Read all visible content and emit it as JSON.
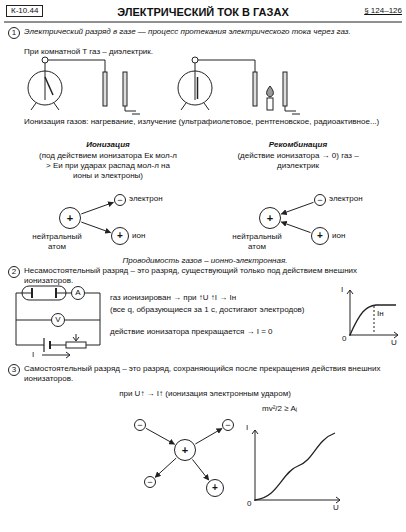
{
  "diagram": {
    "title": "ЭЛЕКТРИЧЕСКИЙ ТОК В ГАЗАХ",
    "nodes": [
      {
        "text": [
          "К-10.44"
        ]
      },
      {
        "text": [
          "1"
        ]
      },
      {
        "text": [
          "+"
        ]
      },
      {
        "text": [
          "−"
        ]
      },
      {
        "text": [
          "+"
        ]
      },
      {
        "text": [
          "+"
        ]
      },
      {
        "text": [
          "−"
        ]
      },
      {
        "text": [
          "+"
        ]
      },
      {
        "text": [
          "2"
        ]
      },
      {
        "text": [
          "A"
        ]
      },
      {
        "text": [
          "V"
        ]
      },
      {
        "text": [
          "3"
        ]
      },
      {
        "text": [
          "−"
        ]
      },
      {
        "text": [
          "+"
        ]
      },
      {
        "text": [
          "−"
        ]
      },
      {
        "text": [
          "−"
        ]
      },
      {
        "text": [
          "+"
        ]
      }
    ],
    "edges": [
      {
        "from": 2,
        "to": 3,
        "arrow": "to"
      },
      {
        "from": 2,
        "to": 4,
        "arrow": "to"
      },
      {
        "from": 6,
        "to": 5,
        "arrow": "to"
      },
      {
        "from": 7,
        "to": 5,
        "arrow": "to"
      },
      {
        "from": 12,
        "to": 13,
        "arrow": "to"
      },
      {
        "from": 13,
        "to": 14,
        "arrow": "to"
      },
      {
        "from": 13,
        "to": 15,
        "arrow": "to"
      },
      {
        "from": 13,
        "to": 16,
        "arrow": "to"
      }
    ],
    "labels": [
      "§ 124–126",
      "Электрический разряд в газе — процесс протекания электрического тока через газ.",
      "При комнатной T газ – диэлектрик.",
      "Ионизация газов: нагревание, излучение (ультрафиолетовое, рентгеновское, радиоактивное...)",
      "Ионизация",
      "(под действием ионизатора Eк мол-л > Eи при ударах распад мол-л на ионы и электроны)",
      "Рекомбинация",
      "(действие ионизатора → 0) газ – диэлектрик",
      "электрон",
      "нейтральный атом",
      "ион",
      "электрон",
      "нейтральный атом",
      "ион",
      "Проводимость газов – ионно-электронная.",
      "Несамостоятельный разряд – это разряд, существующий только под действием внешних ионизаторов.",
      "I",
      "газ ионизирован → при ↑U ↑I → Iн",
      "(все q, образующиеся за 1 с, достигают электродов)",
      "действие ионизатора прекращается → I = 0",
      "I",
      "Iн",
      "0",
      "U",
      "Самостоятельный разряд – это разряд, сохраняющийся после прекращения действия внешних ионизаторов.",
      "при U↑ → I↑ (ионизация электронным ударом)",
      "mv²/2 ≥ Aᵢ",
      "I",
      "0",
      "U"
    ]
  }
}
